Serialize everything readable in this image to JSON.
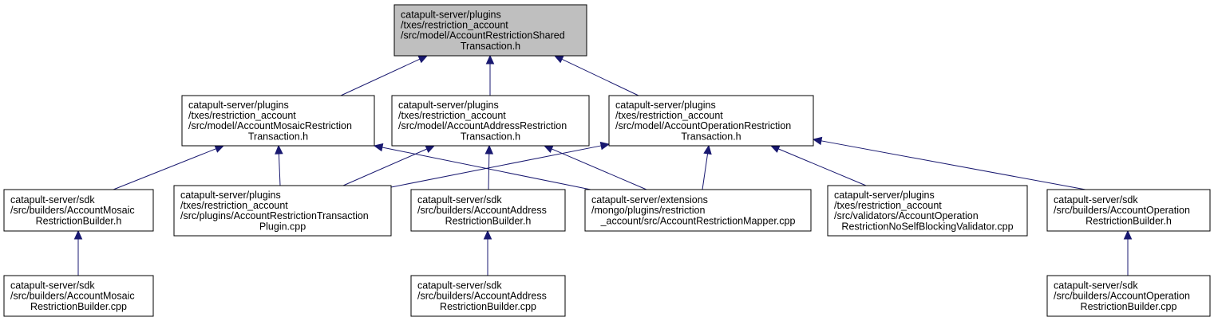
{
  "colors": {
    "edge": "#191970",
    "root_fill": "#bfbfbf",
    "node_fill": "#ffffff",
    "border": "#000000"
  },
  "nodes": [
    {
      "id": "shared_h",
      "lines": [
        "catapult-server/plugins",
        "/txes/restriction_account",
        "/src/model/AccountRestrictionShared",
        "Transaction.h"
      ],
      "highlighted": true
    },
    {
      "id": "mosaic_h",
      "lines": [
        "catapult-server/plugins",
        "/txes/restriction_account",
        "/src/model/AccountMosaicRestriction",
        "Transaction.h"
      ]
    },
    {
      "id": "address_h",
      "lines": [
        "catapult-server/plugins",
        "/txes/restriction_account",
        "/src/model/AccountAddressRestriction",
        "Transaction.h"
      ]
    },
    {
      "id": "operation_h",
      "lines": [
        "catapult-server/plugins",
        "/txes/restriction_account",
        "/src/model/AccountOperationRestriction",
        "Transaction.h"
      ]
    },
    {
      "id": "sdk_mosaic_h",
      "lines": [
        "catapult-server/sdk",
        "/src/builders/AccountMosaic",
        "RestrictionBuilder.h"
      ]
    },
    {
      "id": "plugin_cpp",
      "lines": [
        "catapult-server/plugins",
        "/txes/restriction_account",
        "/src/plugins/AccountRestrictionTransaction",
        "Plugin.cpp"
      ]
    },
    {
      "id": "sdk_address_h",
      "lines": [
        "catapult-server/sdk",
        "/src/builders/AccountAddress",
        "RestrictionBuilder.h"
      ]
    },
    {
      "id": "mapper_cpp",
      "lines": [
        "catapult-server/extensions",
        "/mongo/plugins/restriction",
        "_account/src/AccountRestrictionMapper.cpp"
      ]
    },
    {
      "id": "validator_cpp",
      "lines": [
        "catapult-server/plugins",
        "/txes/restriction_account",
        "/src/validators/AccountOperation",
        "RestrictionNoSelfBlockingValidator.cpp"
      ]
    },
    {
      "id": "sdk_operation_h",
      "lines": [
        "catapult-server/sdk",
        "/src/builders/AccountOperation",
        "RestrictionBuilder.h"
      ]
    },
    {
      "id": "sdk_mosaic_cpp",
      "lines": [
        "catapult-server/sdk",
        "/src/builders/AccountMosaic",
        "RestrictionBuilder.cpp"
      ]
    },
    {
      "id": "sdk_address_cpp",
      "lines": [
        "catapult-server/sdk",
        "/src/builders/AccountAddress",
        "RestrictionBuilder.cpp"
      ]
    },
    {
      "id": "sdk_operation_cpp",
      "lines": [
        "catapult-server/sdk",
        "/src/builders/AccountOperation",
        "RestrictionBuilder.cpp"
      ]
    }
  ],
  "edges": [
    {
      "from": "mosaic_h",
      "to": "shared_h"
    },
    {
      "from": "address_h",
      "to": "shared_h"
    },
    {
      "from": "operation_h",
      "to": "shared_h"
    },
    {
      "from": "sdk_mosaic_h",
      "to": "mosaic_h"
    },
    {
      "from": "plugin_cpp",
      "to": "mosaic_h"
    },
    {
      "from": "mapper_cpp",
      "to": "mosaic_h"
    },
    {
      "from": "plugin_cpp",
      "to": "address_h"
    },
    {
      "from": "sdk_address_h",
      "to": "address_h"
    },
    {
      "from": "mapper_cpp",
      "to": "address_h"
    },
    {
      "from": "plugin_cpp",
      "to": "operation_h"
    },
    {
      "from": "mapper_cpp",
      "to": "operation_h"
    },
    {
      "from": "validator_cpp",
      "to": "operation_h"
    },
    {
      "from": "sdk_operation_h",
      "to": "operation_h"
    },
    {
      "from": "sdk_mosaic_cpp",
      "to": "sdk_mosaic_h"
    },
    {
      "from": "sdk_address_cpp",
      "to": "sdk_address_h"
    },
    {
      "from": "sdk_operation_cpp",
      "to": "sdk_operation_h"
    }
  ]
}
